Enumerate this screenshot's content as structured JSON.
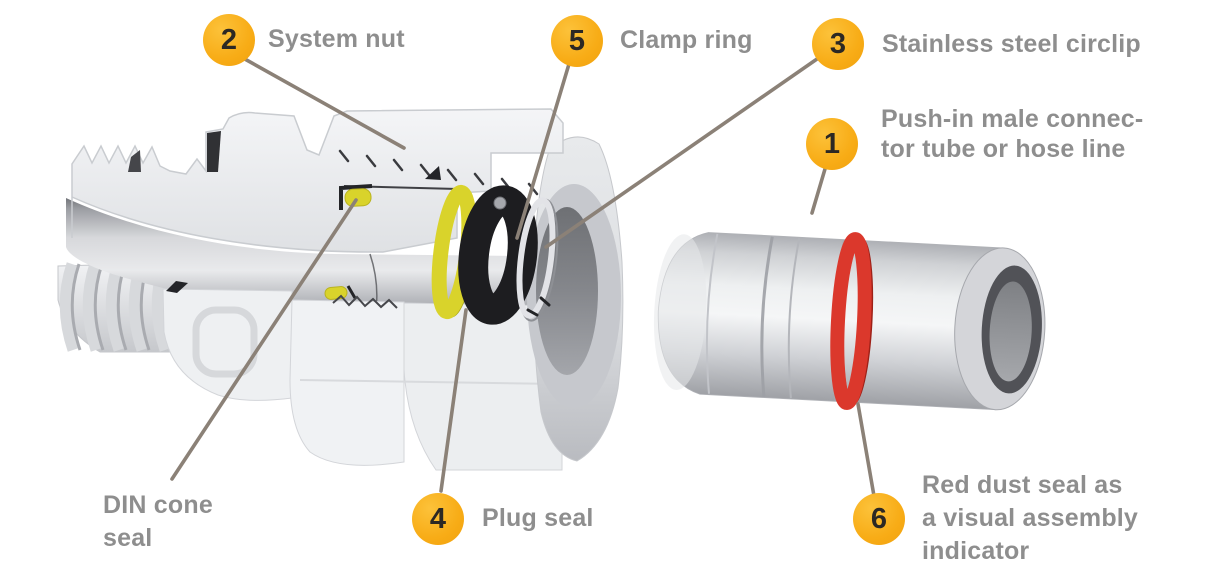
{
  "colors": {
    "callout_circle": "#F8AC16",
    "callout_number": "#2C2824",
    "label_text": "#8E8E8E",
    "leader_line": "#8B8177",
    "seal_yellow": "#D9D32B",
    "seal_yellow_dark": "#A8A51C",
    "clamp_black": "#1D1D20",
    "circlip_silver": "#E2E3E7",
    "dust_seal_red": "#DB382C",
    "dust_seal_red_dark": "#9E2118",
    "background": "#FFFFFF"
  },
  "callouts": [
    {
      "number": "2",
      "lines": [
        "System nut"
      ]
    },
    {
      "number": "5",
      "lines": [
        "Clamp ring"
      ]
    },
    {
      "number": "3",
      "lines": [
        "Stainless steel circlip"
      ]
    },
    {
      "number": "1",
      "lines": [
        "Push-in male connec-",
        "tor tube or hose line"
      ]
    },
    {
      "number": "4",
      "lines": [
        "Plug seal"
      ]
    },
    {
      "number": "6",
      "lines": [
        "Red dust seal as",
        "a visual assembly",
        "indicator"
      ]
    },
    {
      "number": "",
      "lines": [
        "DIN cone",
        "seal"
      ]
    }
  ]
}
